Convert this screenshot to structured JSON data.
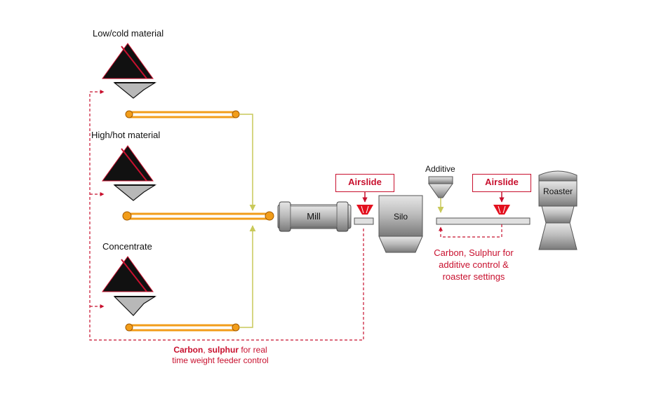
{
  "labels": {
    "low": "Low/cold material",
    "high": "High/hot material",
    "concentrate": "Concentrate",
    "additive": "Additive",
    "mill": "Mill",
    "silo": "Silo",
    "roaster": "Roaster",
    "airslide1": "Airslide",
    "airslide2": "Airslide"
  },
  "notes": {
    "bottom_bold1": "Carbon",
    "bottom_sep": ", ",
    "bottom_bold2": "sulphur",
    "bottom_rest1": " for real",
    "bottom_line2": "time weight feeder control",
    "right_line1": "Carbon, Sulphur for",
    "right_line2": "additive control &",
    "right_line3": "roaster settings"
  },
  "colors": {
    "accent_red": "#c8102e",
    "conveyor_orange": "#f29d1a",
    "flow_line": "#c9c95a",
    "bin_dark": "#111111",
    "equipment_grey": "#8a8a8a"
  }
}
